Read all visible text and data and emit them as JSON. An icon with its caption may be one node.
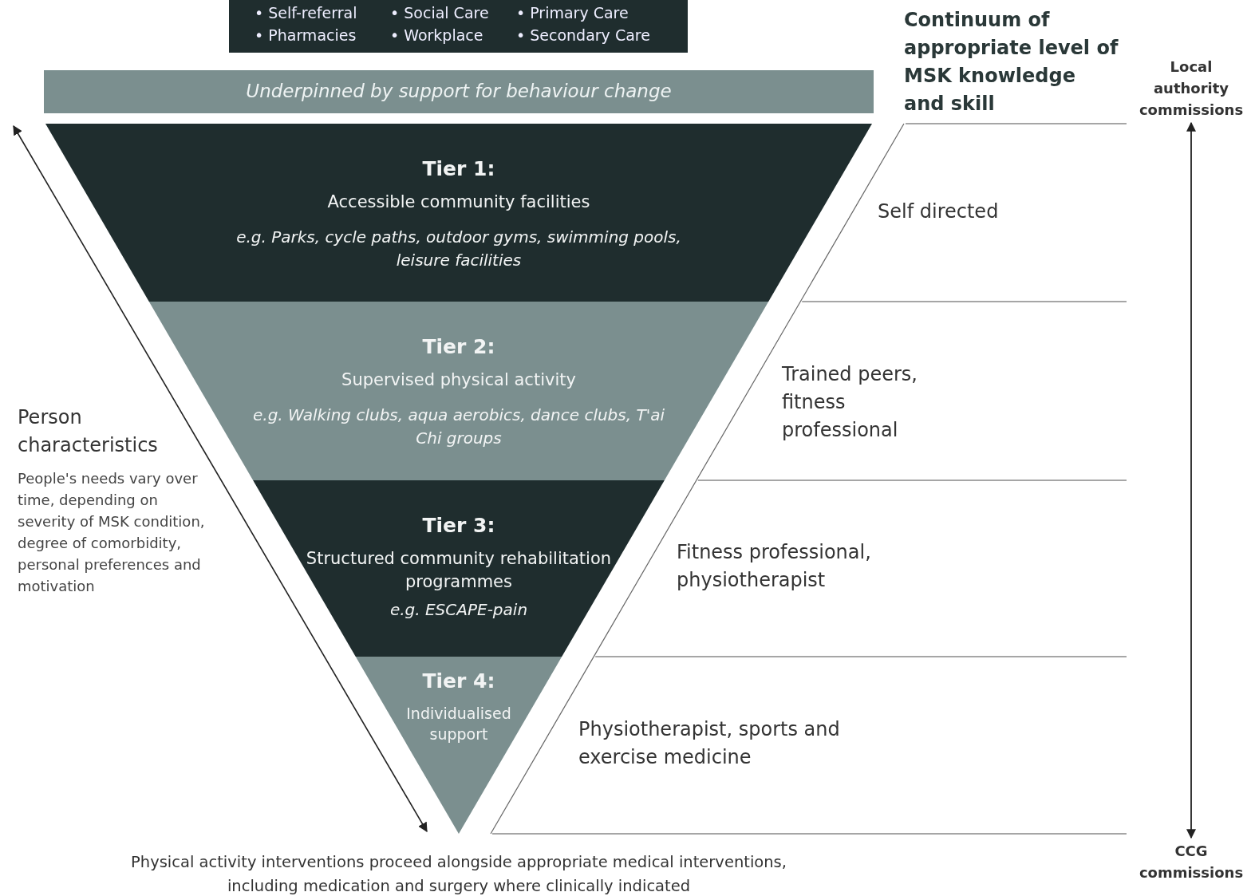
{
  "diagram": {
    "nodes": [
      {
        "text": [
          "• Self-referral",
          "• Social Care",
          "• Primary Care",
          "• Pharmacies",
          "• Workplace",
          "• Secondary Care"
        ]
      },
      {
        "text": [
          "Underpinned by support for behaviour change"
        ]
      },
      {
        "text": [
          "Tier 1:",
          "Accessible community facilities",
          "e.g. Parks, cycle paths, outdoor gyms, swimming pools, leisure facilities"
        ],
        "beside": [
          "Self directed"
        ]
      },
      {
        "text": [
          "Tier 2:",
          "Supervised physical activity",
          "e.g. Walking clubs, aqua aerobics, dance clubs, T'ai Chi groups"
        ],
        "beside": [
          "Trained peers, fitness professional"
        ]
      },
      {
        "text": [
          "Tier 3:",
          "Structured community rehabilitation programmes",
          "e.g. ESCAPE-pain"
        ],
        "beside": [
          "Fitness professional, physiotherapist"
        ]
      },
      {
        "text": [
          "Tier 4:",
          "Individualised support"
        ],
        "beside": [
          "Physiotherapist, sports and exercise medicine"
        ]
      },
      {
        "text": [
          "Local authority commissions"
        ]
      },
      {
        "text": [
          "CCG commissions"
        ]
      }
    ],
    "edges": [
      {
        "from": 6,
        "to": 7,
        "arrow": "both"
      }
    ],
    "labels": [
      "Continuum of appropriate level of MSK knowledge and skill",
      "Person characteristics",
      "People's needs vary over time, depending on severity of MSK condition, degree of comorbidity, personal preferences and motivation",
      "Physical activity interventions proceed alongside appropriate medical interventions, including medication and surgery where clinically indicated"
    ]
  }
}
